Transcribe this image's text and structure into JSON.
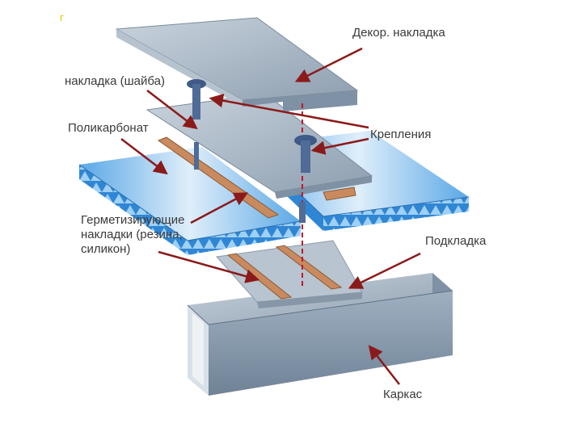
{
  "corner_mark": "г",
  "labels": {
    "decor": "Декор. накладка",
    "washer": "накладка (шайба)",
    "polycarbonate": "Поликарбонат",
    "fasteners": "Крепления",
    "seal_line1": "Герметизирующие",
    "seal_line2": "накладки (резина,",
    "seal_line3": "силикон)",
    "underlay": "Подкладка",
    "frame": "Каркас"
  },
  "colors": {
    "arrow": "#8b1a1a",
    "metal": "#a9b8c7",
    "panel": "#3d8fd6",
    "seal": "#c88a5e",
    "text": "#3a3a3a"
  }
}
